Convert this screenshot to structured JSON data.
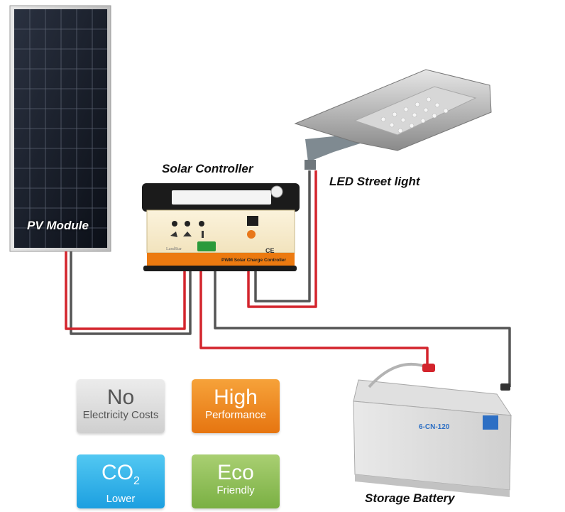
{
  "labels": {
    "pv_module": "PV Module",
    "solar_controller": "Solar Controller",
    "led_street_light": "LED Street light",
    "storage_battery": "Storage Battery"
  },
  "controller": {
    "brand": "LandStar",
    "panel_text": "PWM Solar Charge Controller",
    "ce_mark": "CE"
  },
  "battery": {
    "model": "6-CN-120"
  },
  "tiles": [
    {
      "big": "No",
      "small": "Electricity Costs",
      "color": "#d9d9d9"
    },
    {
      "big": "High",
      "small": "Performance",
      "color": "#ee8a22"
    },
    {
      "big": "CO",
      "sub": "2",
      "small": "Lower",
      "color": "#2fb1e8"
    },
    {
      "big": "Eco",
      "small": "Friendly",
      "color": "#8fbf55"
    }
  ],
  "wire_colors": {
    "positive": "#d3242c",
    "negative": "#555555"
  }
}
